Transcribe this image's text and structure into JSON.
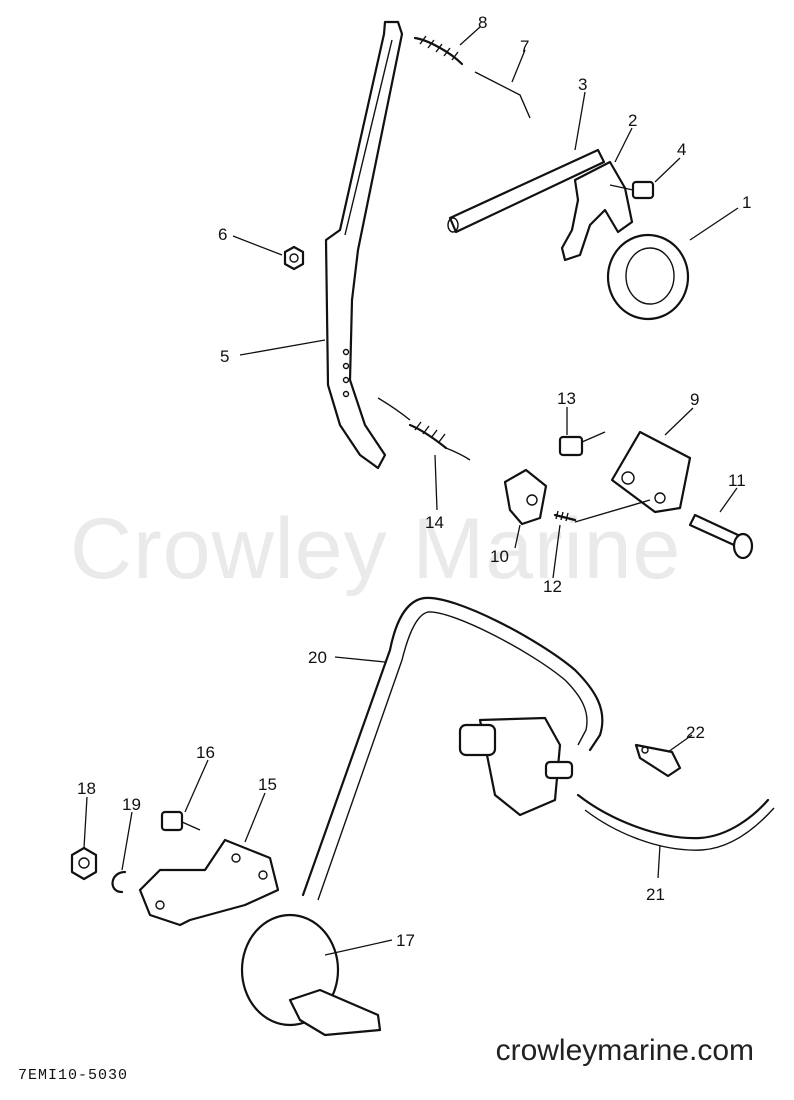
{
  "watermark": "Crowley Marine",
  "footer": {
    "site": "crowleymarine.com",
    "diagram_code": "7EMI10-5030"
  },
  "callouts": [
    "1",
    "2",
    "3",
    "4",
    "5",
    "6",
    "7",
    "8",
    "9",
    "10",
    "11",
    "12",
    "13",
    "14",
    "15",
    "16",
    "17",
    "18",
    "19",
    "20",
    "21",
    "22"
  ]
}
